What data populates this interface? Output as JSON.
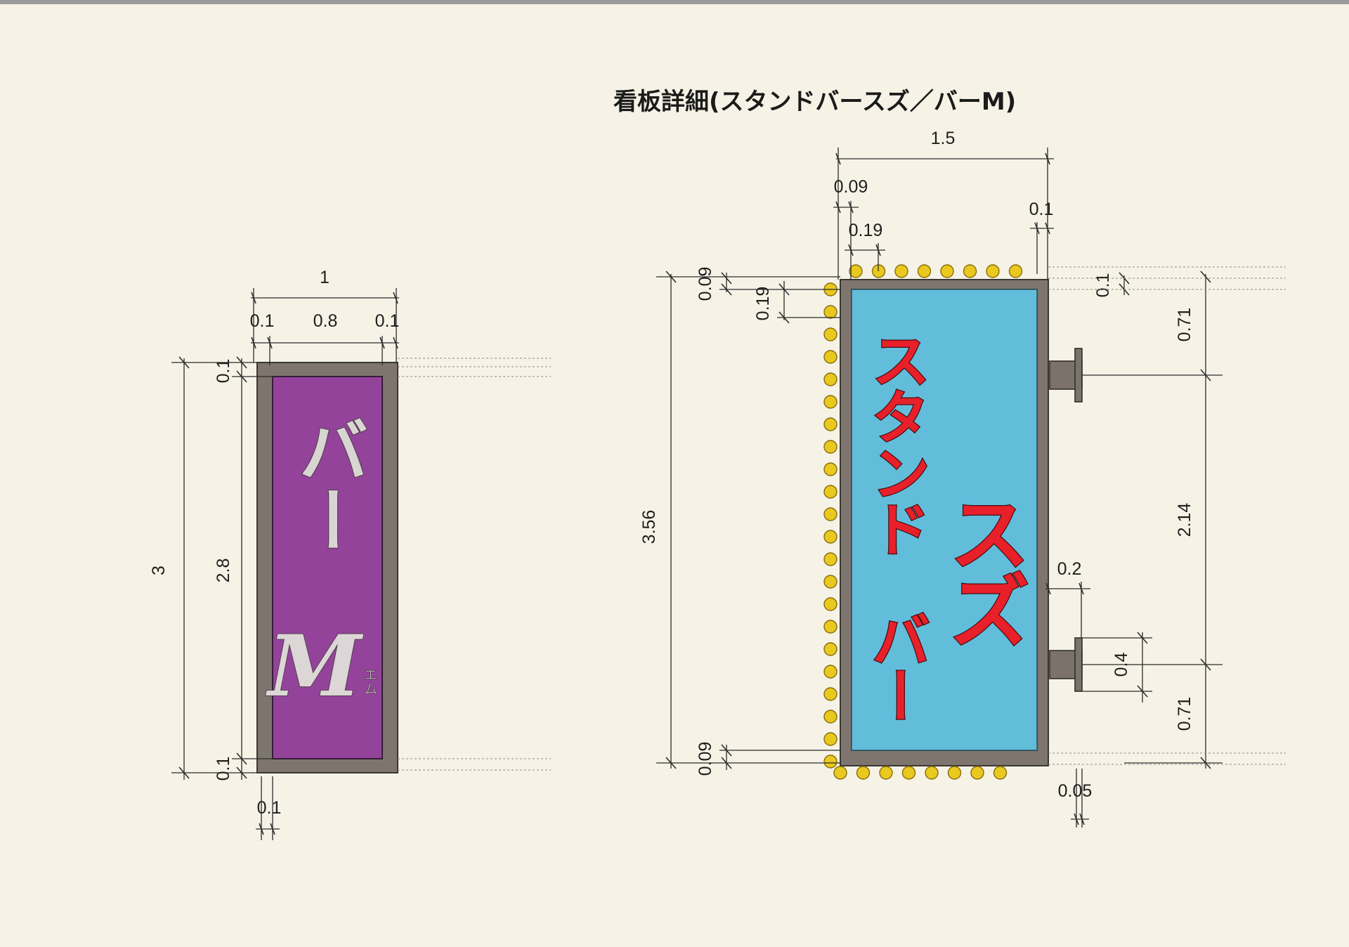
{
  "title": "看板詳細(スタンドバースズ／バーM)",
  "sign_left": {
    "text_main": "バー",
    "text_letter": "M",
    "text_ruby": "エム",
    "color_panel": "#a04aa8",
    "dims": {
      "width_total": "1",
      "width_frame_left": "0.1",
      "width_inner": "0.8",
      "width_frame_right": "0.1",
      "height_total": "3",
      "height_inner": "2.8",
      "frame_top": "0.1",
      "frame_bottom": "0.1",
      "bottom_offset": "0.1"
    }
  },
  "sign_right": {
    "text_line1": "スタンド",
    "text_line1b": "バー",
    "text_line2": "スズ",
    "color_panel": "#4fb3d4",
    "color_lamp": "#e9c81f",
    "dims": {
      "width_total": "1.5",
      "lamp_offset": "0.09",
      "lamp_pitch": "0.19",
      "right_offset": "0.1",
      "height_total": "3.56",
      "top_offset": "0.09",
      "top_pitch": "0.19",
      "bottom_offset": "0.09",
      "bracket_top_gap": "0.1",
      "bracket_upper": "0.71",
      "bracket_span": "2.14",
      "bracket_lower": "0.71",
      "bracket_depth": "0.2",
      "bracket_plate": "0.4",
      "bottom_gap": "0.05"
    }
  }
}
